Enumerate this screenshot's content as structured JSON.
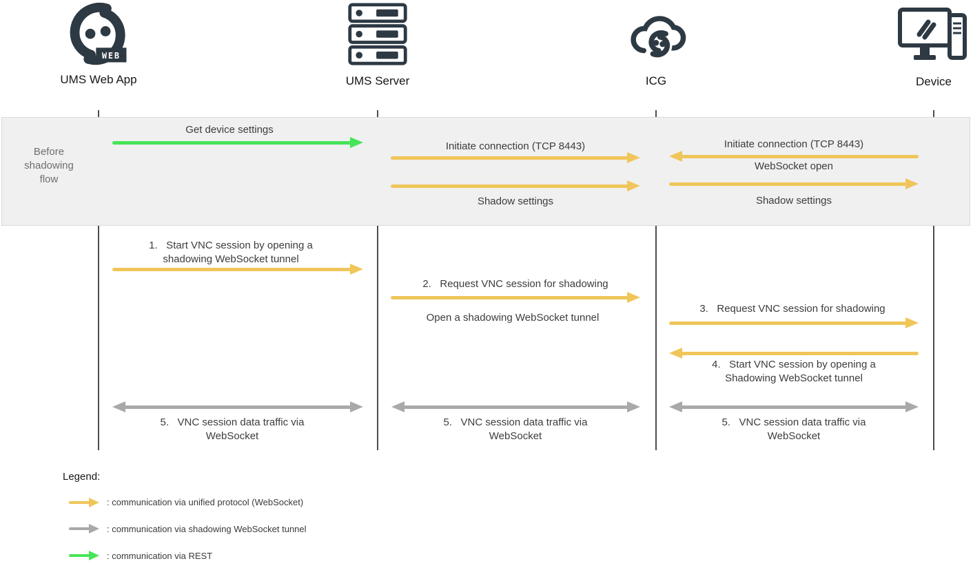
{
  "actors": [
    {
      "label": "UMS Web App",
      "icon": "ums-web-app-logo"
    },
    {
      "label": "UMS Server",
      "icon": "server-stack"
    },
    {
      "label": "ICG",
      "icon": "cloud-with-logo"
    },
    {
      "label": "Device",
      "icon": "desktop-computer"
    }
  ],
  "web_badge": "WEB",
  "phase": {
    "label": "Before shadowing flow"
  },
  "messages": {
    "get_device_settings": "Get device settings",
    "initiate_server_icg": "Initiate connection (TCP 8443)",
    "initiate_device_icg": "Initiate connection (TCP 8443)",
    "websocket_open": "WebSocket open",
    "shadow_settings_server_icg": "Shadow settings",
    "shadow_settings_icg_device": "Shadow settings",
    "step1": "1.   Start VNC session by opening a shadowing WebSocket tunnel",
    "step2": "2.   Request VNC session for shadowing",
    "step2_sub": "Open a shadowing WebSocket tunnel",
    "step3": "3.   Request VNC session for shadowing",
    "step4": "4.   Start VNC session by opening a Shadowing WebSocket tunnel",
    "step5_webapp": "5.   VNC session data traffic via WebSocket",
    "step5_server": "5.   VNC session data traffic via WebSocket",
    "step5_icg": "5.   VNC session data traffic via WebSocket"
  },
  "legend": {
    "title": "Legend:",
    "items": [
      {
        "color": "#f0c65a",
        "text": ": communication via unified protocol (WebSocket)"
      },
      {
        "color": "#a9a9a9",
        "text": ": communication via shadowing WebSocket tunnel"
      },
      {
        "color": "#47e457",
        "text": ": communication via REST"
      }
    ]
  },
  "accent_colors": {
    "unified_protocol": "#f0c65a",
    "shadowing_tunnel": "#a9a9a9",
    "rest": "#47e457",
    "icon_dark": "#2d3943",
    "phase_band_bg": "#f0f0f1"
  }
}
